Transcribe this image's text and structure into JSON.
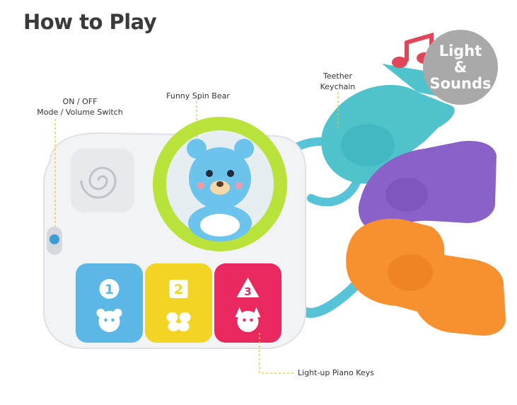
{
  "title": "How to Play",
  "badge": {
    "line1": "Light",
    "line2": "&",
    "line3": "Sounds"
  },
  "labels": {
    "switch_line1": "ON / OFF",
    "switch_line2": "Mode / Volume Switch",
    "bear": "Funny Spin Bear",
    "teether_line1": "Teether",
    "teether_line2": "Keychain",
    "keys": "Light-up Piano Keys"
  },
  "keys": [
    {
      "number": "1",
      "color": "#5bb8e6",
      "icon": "bear-face-icon"
    },
    {
      "number": "2",
      "color": "#f4d422",
      "icon": "butterfly-icon"
    },
    {
      "number": "3",
      "color": "#e8285e",
      "icon": "cat-face-icon"
    }
  ],
  "colors": {
    "body": "#f2f3f5",
    "ring": "#b9e23a",
    "bear": "#6cc4ec",
    "key_teal": "#4fc2cc",
    "key_purple": "#8a60c9",
    "key_orange": "#f7912f",
    "ring_teal": "#56c3d6",
    "note": "#e0455a",
    "leader": "#e8c43a"
  }
}
